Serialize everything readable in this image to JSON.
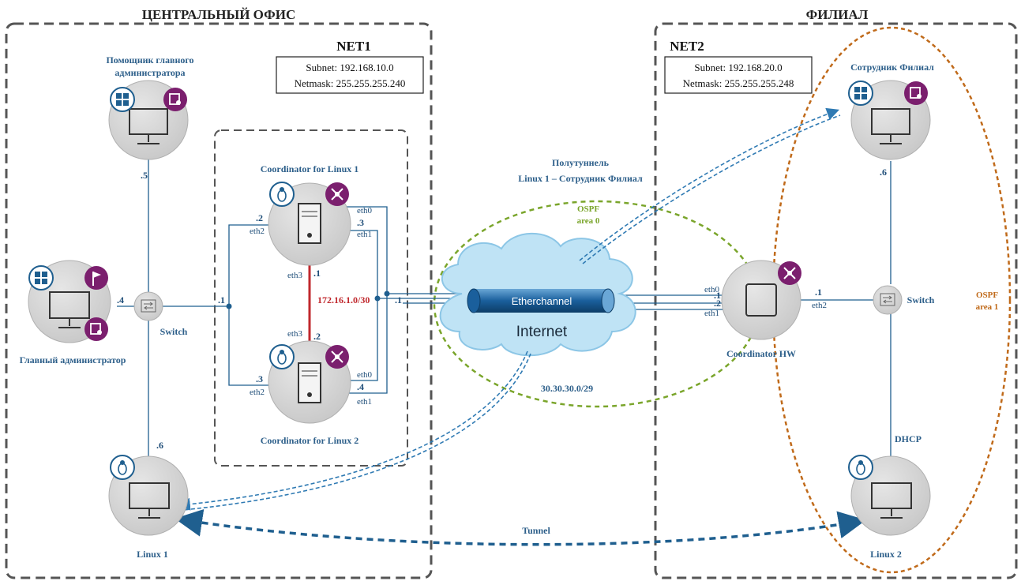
{
  "regions": {
    "central": "ЦЕНТРАЛЬНЫЙ ОФИС",
    "branch": "ФИЛИАЛ"
  },
  "net1": {
    "title": "NET1",
    "subnet": "Subnet: 192.168.10.0",
    "netmask": "Netmask: 255.255.255.240"
  },
  "net2": {
    "title": "NET2",
    "subnet": "Subnet: 192.168.20.0",
    "netmask": "Netmask: 255.255.255.248"
  },
  "nodes": {
    "assistant_line1": "Помощник главного",
    "assistant_line2": "администратора",
    "main_admin": "Главный администратор",
    "switch_left": "Switch",
    "linux1": "Linux 1",
    "coord1": "Coordinator for Linux 1",
    "coord2": "Coordinator for Linux 2",
    "coord_hw": "Coordinator HW",
    "branch_employee": "Сотрудник Филиал",
    "switch_right": "Switch",
    "linux2": "Linux 2",
    "dhcp": "DHCP"
  },
  "addresses": {
    "a5": ".5",
    "a4": ".4",
    "a6": ".6",
    "a1_left": ".1",
    "c1_eth2": ".2",
    "c1_eth0": ".3",
    "c1_eth3": ".1",
    "c2_eth3": ".2",
    "c2_eth2": ".3",
    "c2_eth0": ".4",
    "bus_right": ".1",
    "hw_eth0": ".1",
    "hw_eth1": ".2",
    "hw_eth2": ".1",
    "emp": ".6"
  },
  "ports": {
    "eth0": "eth0",
    "eth1": "eth1",
    "eth2": "eth2",
    "eth3": "eth3"
  },
  "cloud": {
    "internet": "Internet",
    "etherchannel": "Etherchannel",
    "subnet": "30.30.30.0/29"
  },
  "link_c1c2": "172.16.1.0/30",
  "half_tunnel": {
    "line1": "Полутуннель",
    "line2": "Linux 1 – Сотрудник Филиал"
  },
  "ospf_area0": {
    "line1": "OSPF",
    "line2": "area 0"
  },
  "ospf_area1": {
    "line1": "OSPF",
    "line2": "area 1"
  },
  "tunnel": "Tunnel",
  "colors": {
    "node_fill": "#d9d9d9",
    "badge_purple": "#7b1f6e",
    "link_blue": "#1f5f8f",
    "ospf_green": "#7aa52b",
    "ospf_orange": "#c06a1a",
    "red_link": "#c0282d"
  },
  "icons": [
    "windows-icon",
    "user-icon",
    "flag-icon",
    "linux-icon",
    "router-icon",
    "switch-icon",
    "monitor-icon",
    "server-icon"
  ]
}
